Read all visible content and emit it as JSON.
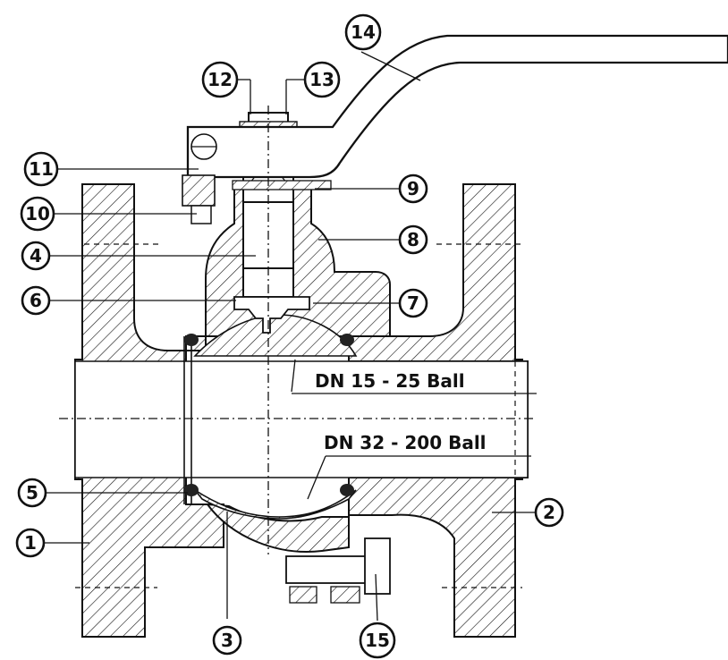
{
  "labels": {
    "ball_small": "DN 15 - 25 Ball",
    "ball_large": "DN 32 - 200 Ball"
  },
  "parts": [
    {
      "number": "1"
    },
    {
      "number": "2"
    },
    {
      "number": "3"
    },
    {
      "number": "4"
    },
    {
      "number": "5"
    },
    {
      "number": "6"
    },
    {
      "number": "7"
    },
    {
      "number": "8"
    },
    {
      "number": "9"
    },
    {
      "number": "10"
    },
    {
      "number": "11"
    },
    {
      "number": "12"
    },
    {
      "number": "13"
    },
    {
      "number": "14"
    },
    {
      "number": "15"
    }
  ]
}
